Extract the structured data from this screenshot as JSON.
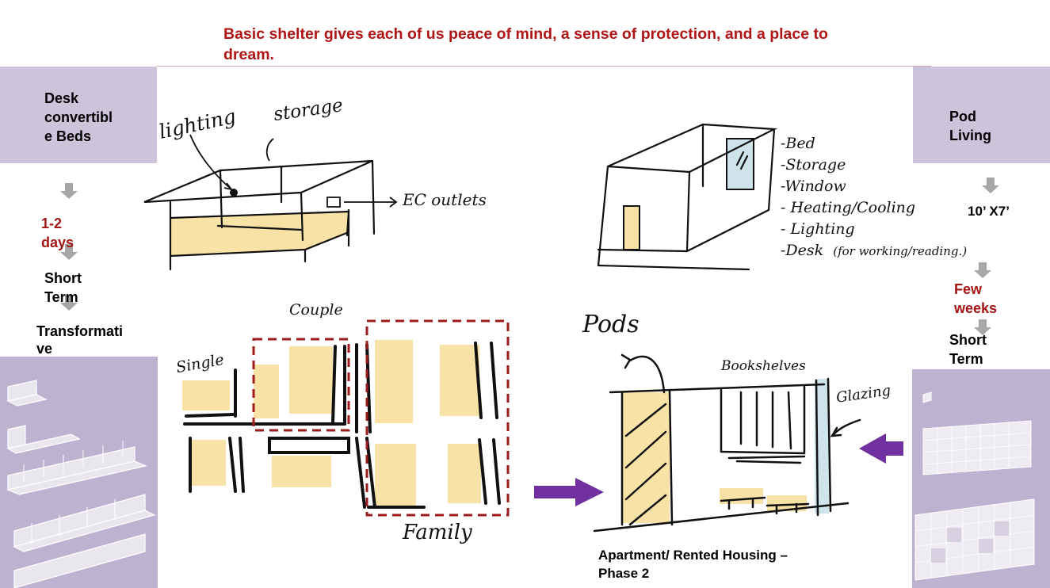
{
  "headline": "Basic shelter gives each of us peace of mind, a sense of protection, and a place to dream.",
  "left_panel": {
    "box_label_lines": [
      "Desk",
      "convertibl",
      "e  Beds"
    ],
    "duration_lines": [
      "1-2",
      "days"
    ],
    "term_lines": [
      "Short",
      "Term"
    ],
    "transform_lines": [
      "Transformati",
      "ve"
    ]
  },
  "right_panel": {
    "box_label_lines": [
      "Pod",
      "Living"
    ],
    "size": "10’ X7’",
    "duration_lines": [
      "Few",
      "weeks"
    ],
    "term_lines": [
      "Short",
      "Term"
    ]
  },
  "desk_sketch": {
    "labels": {
      "lighting": "lighting",
      "storage": "storage",
      "outlets": "EC outlets"
    }
  },
  "pod_sketch": {
    "features": [
      "-Bed",
      "-Storage",
      "-Window",
      "- Heating/Cooling",
      "- Lighting",
      "-Desk"
    ],
    "desk_note": "(for working/reading.)"
  },
  "layout_sketch": {
    "labels": {
      "single": "Single",
      "couple": "Couple",
      "family": "Family"
    }
  },
  "apartment_sketch": {
    "labels": {
      "pods": "Pods",
      "bookshelves": "Bookshelves",
      "glazing": "Glazing"
    },
    "caption_lines": [
      "Apartment/ Rented Housing –",
      "Phase 2"
    ]
  },
  "colors": {
    "headline": "#b01515",
    "accent_red": "#a31515",
    "panel": "#cdc3da",
    "panel_light": "#bcb1cf",
    "arrow_gray": "#a6a6a6",
    "arrow_purple": "#7030a0",
    "fill_yellow": "#f9e2a6",
    "dash_red": "#a01b1b",
    "glass": "#cfe3ea"
  }
}
